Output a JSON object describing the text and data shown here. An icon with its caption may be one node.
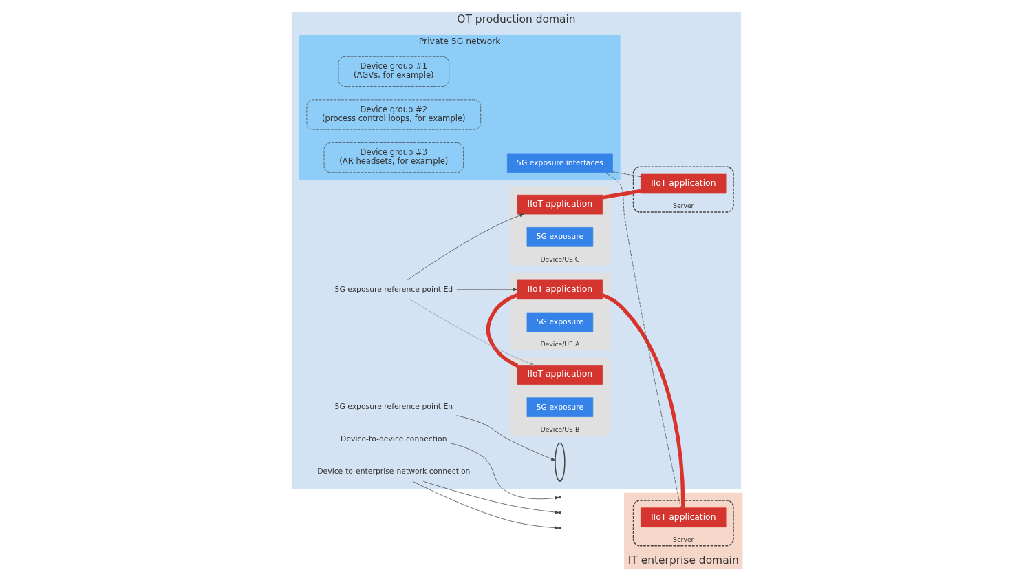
{
  "diagram": {
    "nodes": [
      {
        "text": [
          "OT production domain"
        ]
      },
      {
        "text": [
          "Device/UE A"
        ],
        "in": 0
      },
      {
        "text": [
          "IIoT application"
        ],
        "in": 1
      },
      {
        "text": [
          "5G exposure"
        ],
        "in": 1
      },
      {
        "text": [
          "Device/UE B"
        ],
        "in": 0
      },
      {
        "text": [
          "IIoT application"
        ],
        "in": 4
      },
      {
        "text": [
          "5G exposure"
        ],
        "in": 4
      },
      {
        "text": [
          "Device/UE C"
        ],
        "in": 0
      },
      {
        "text": [
          "IIoT application"
        ],
        "in": 7
      },
      {
        "text": [
          "5G exposure"
        ],
        "in": 7
      },
      {
        "text": [
          "Private 5G network"
        ],
        "in": 0
      },
      {
        "text": [
          "5G exposure interfaces"
        ],
        "in": 10
      },
      {
        "text": [
          "Device group #1",
          "(AGVs, for example)"
        ],
        "in": 10
      },
      {
        "text": [
          "Device group #2",
          "(process control loops, for example)"
        ],
        "in": 10
      },
      {
        "text": [
          "Device group #3",
          "(AR headsets, for example)"
        ],
        "in": 10
      },
      {
        "text": [
          "IT enterprise domain"
        ]
      },
      {
        "text": [
          "Server"
        ],
        "in": 15
      },
      {
        "text": [
          "IIoT application"
        ],
        "in": 16
      },
      {
        "text": [
          "Server"
        ],
        "in": 0
      },
      {
        "text": [
          "IIoT application"
        ],
        "in": 18
      },
      {
        "text": [
          "5G exposure reference point Ed"
        ],
        "in": 0
      },
      {
        "text": [
          "Device-to-device connection"
        ],
        "in": 0
      },
      {
        "text": [
          "Device-to-enterprise-network connection"
        ],
        "in": 0
      },
      {
        "text": [
          "5G exposure reference point En"
        ],
        "in": 0
      },
      {
        "text": [],
        "shape": "ellipse",
        "in": 0
      }
    ],
    "edges": [
      {
        "from": 2,
        "to": 17,
        "arrow": "none",
        "style": "thick",
        "color": "#d9342b"
      },
      {
        "from": 2,
        "to": 5,
        "arrow": "none",
        "style": "thick",
        "color": "#d9342b"
      },
      {
        "from": 8,
        "to": 19,
        "arrow": "none",
        "style": "thick",
        "color": "#d9342b"
      },
      {
        "from": 11,
        "to": 17,
        "arrow": "none",
        "style": "dashed"
      },
      {
        "from": 11,
        "to": 19,
        "arrow": "none",
        "style": "dashed"
      },
      {
        "from": 20,
        "to": 2,
        "arrow": "to"
      },
      {
        "from": 20,
        "to": 5,
        "arrow": "to",
        "color": "#999999"
      },
      {
        "from": 20,
        "to": 8,
        "arrow": "to"
      },
      {
        "from": 21,
        "to": null,
        "arrow": "to"
      },
      {
        "from": 22,
        "to": null,
        "arrow": "to"
      },
      {
        "from": 22,
        "to": null,
        "arrow": "to"
      },
      {
        "from": 23,
        "to": 24,
        "arrow": "to"
      }
    ]
  }
}
